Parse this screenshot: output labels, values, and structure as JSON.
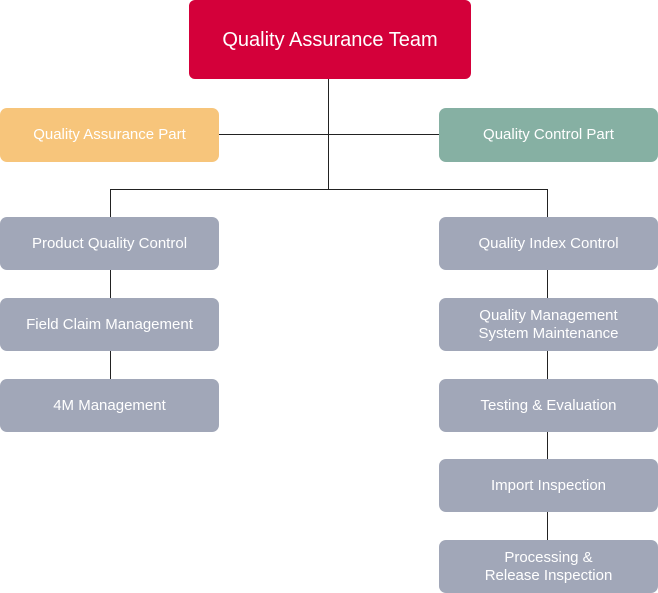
{
  "colors": {
    "team": "#d4003a",
    "qa_part": "#f7c57b",
    "qc_part": "#86b0a3",
    "task": "#a1a7b8",
    "line": "#222222"
  },
  "team": {
    "label": "Quality Assurance Team"
  },
  "parts": {
    "qa": {
      "label": "Quality Assurance Part"
    },
    "qc": {
      "label": "Quality Control Part"
    }
  },
  "left_tasks": [
    {
      "label": "Product Quality Control"
    },
    {
      "label": "Field Claim Management"
    },
    {
      "label": "4M Management"
    }
  ],
  "right_tasks": [
    {
      "label": "Quality Index Control"
    },
    {
      "label": "Quality Management\nSystem Maintenance"
    },
    {
      "label": "Testing & Evaluation"
    },
    {
      "label": "Import Inspection"
    },
    {
      "label": "Processing &\nRelease Inspection"
    }
  ]
}
